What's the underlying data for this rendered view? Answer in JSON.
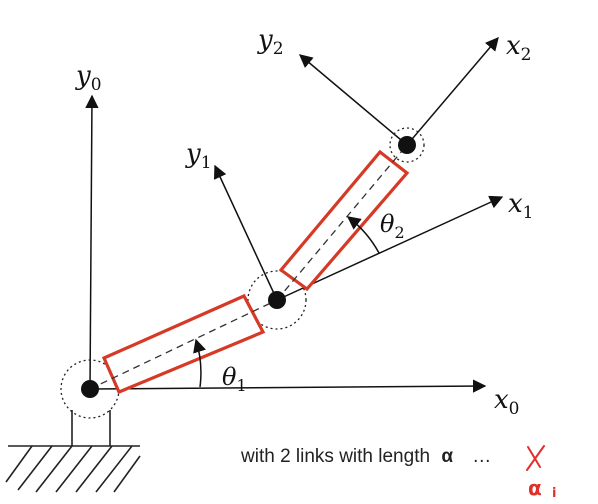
{
  "labels": {
    "y0": {
      "main": "y",
      "sub": "0"
    },
    "x0": {
      "main": "x",
      "sub": "0"
    },
    "y1": {
      "main": "y",
      "sub": "1"
    },
    "x1": {
      "main": "x",
      "sub": "1"
    },
    "y2": {
      "main": "y",
      "sub": "2"
    },
    "x2": {
      "main": "x",
      "sub": "2"
    },
    "theta1": {
      "main": "θ",
      "sub": "1"
    },
    "theta2": {
      "main": "θ",
      "sub": "2"
    }
  },
  "caption": {
    "text": "with 2 links with length",
    "struck_symbol": "α",
    "ellipsis": "…"
  },
  "annotation": {
    "handwritten": "α",
    "handwritten_index": "i"
  },
  "colors": {
    "axis": "#111111",
    "link_outline": "#d63a26",
    "annotation": "#e0302a"
  }
}
